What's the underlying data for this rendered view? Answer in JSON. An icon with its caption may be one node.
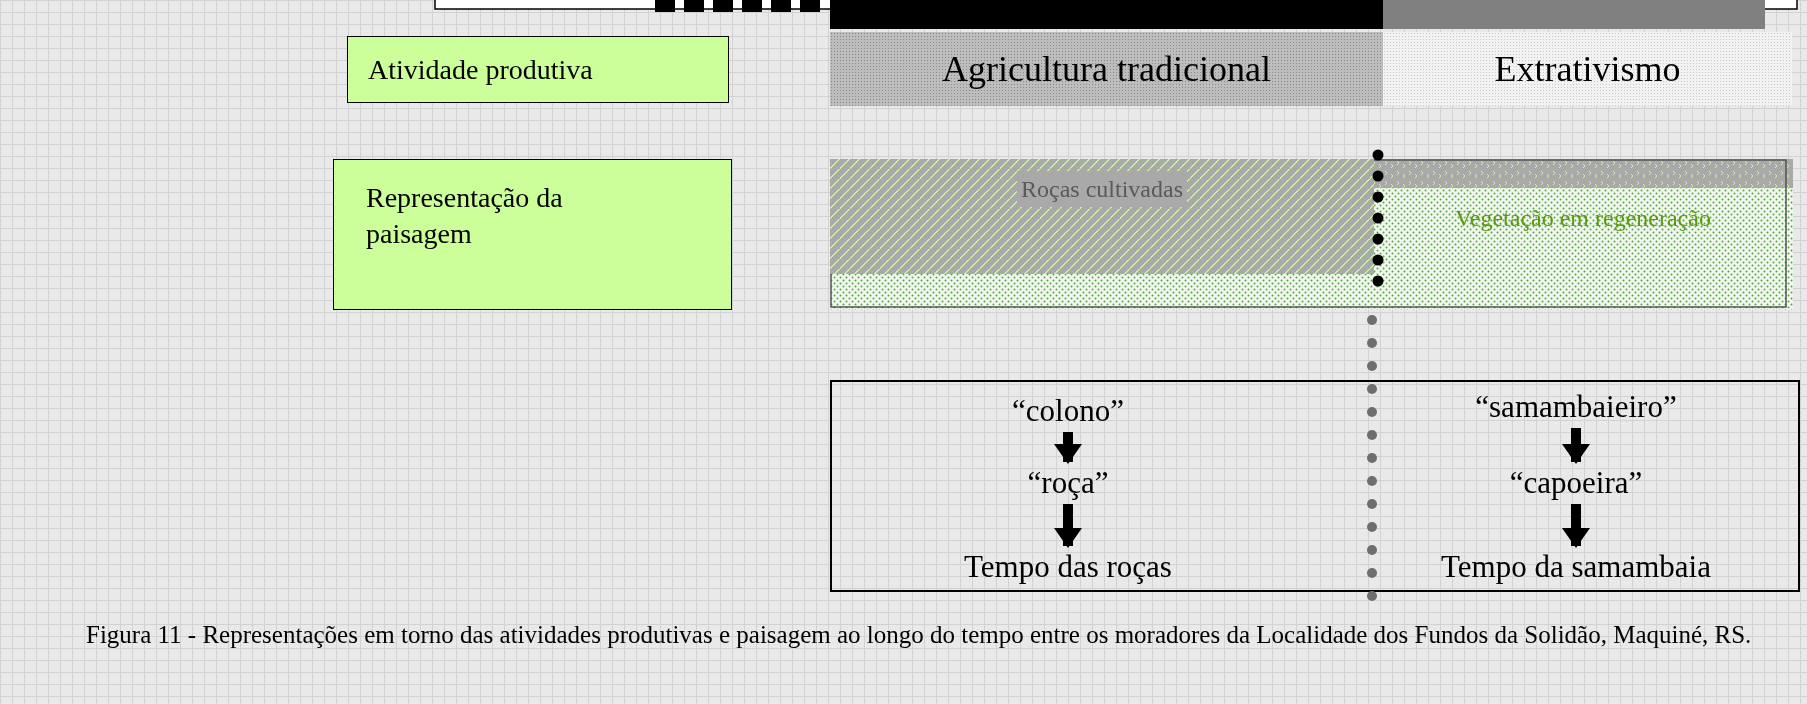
{
  "diagram": {
    "nodes": [
      {
        "text": [
          "Atividade produtiva"
        ]
      },
      {
        "text": [
          "Agricultura tradicional"
        ]
      },
      {
        "text": [
          "Extrativismo"
        ]
      },
      {
        "text": [
          "Representação da paisagem"
        ]
      },
      {
        "text": [
          "Roças cultivadas"
        ]
      },
      {
        "text": [
          "Vegetação em regeneração"
        ]
      },
      {
        "text": [],
        "shape": "box"
      },
      {
        "text": [
          "“colono”"
        ],
        "in": 6
      },
      {
        "text": [
          "“roça”"
        ],
        "in": 6
      },
      {
        "text": [
          "Tempo das roças"
        ],
        "in": 6
      },
      {
        "text": [
          "“samambaieiro”"
        ],
        "in": 6
      },
      {
        "text": [
          "“capoeira”"
        ],
        "in": 6
      },
      {
        "text": [
          "Tempo da samambaia"
        ],
        "in": 6
      }
    ],
    "edges": [
      {
        "from": 7,
        "to": 8,
        "arrow": "to"
      },
      {
        "from": 8,
        "to": 9,
        "arrow": "to"
      },
      {
        "from": 10,
        "to": 11,
        "arrow": "to"
      },
      {
        "from": 11,
        "to": 12,
        "arrow": "to"
      }
    ],
    "caption": "Figura 11 - Representações em torno das atividades produtivas e paisagem  ao longo do tempo entre os moradores da Localidade dos Fundos da Solidão, Maquiné, RS."
  }
}
